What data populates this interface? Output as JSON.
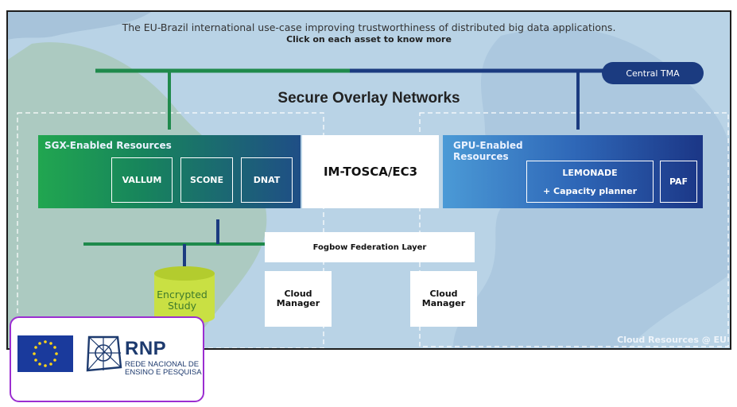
{
  "header": {
    "description": "The EU-Brazil international use-case improving trustworthiness of distributed big data applications.",
    "instruction": "Click on each asset to know more"
  },
  "central_tma": "Central TMA",
  "section_title": "Secure Overlay Networks",
  "sgx": {
    "label": "SGX-Enabled Resources",
    "assets": [
      "VALLUM",
      "SCONE",
      "DNAT"
    ]
  },
  "im_tosca": "IM-TOSCA/EC3",
  "gpu": {
    "label_line1": "GPU-Enabled",
    "label_line2": "Resources",
    "lemonade": "LEMONADE",
    "capacity": "+ Capacity planner",
    "paf": "PAF"
  },
  "fogbow": "Fogbow Federation Layer",
  "cloud_manager_line1": "Cloud",
  "cloud_manager_line2": "Manager",
  "encrypted_line1": "Encrypted",
  "encrypted_line2": "Study",
  "footer_tag": "Cloud Resources @ EU",
  "logos": {
    "rnp": "RNP",
    "rnp_line1": "REDE NACIONAL DE",
    "rnp_line2": "ENSINO E PESQUISA",
    "icons": [
      "eu-flag-icon",
      "rnp-logo-icon"
    ]
  },
  "colors": {
    "navy": "#1b3b80",
    "green_line": "#1f8a4c",
    "frame_purple": "#9b2ed1"
  }
}
